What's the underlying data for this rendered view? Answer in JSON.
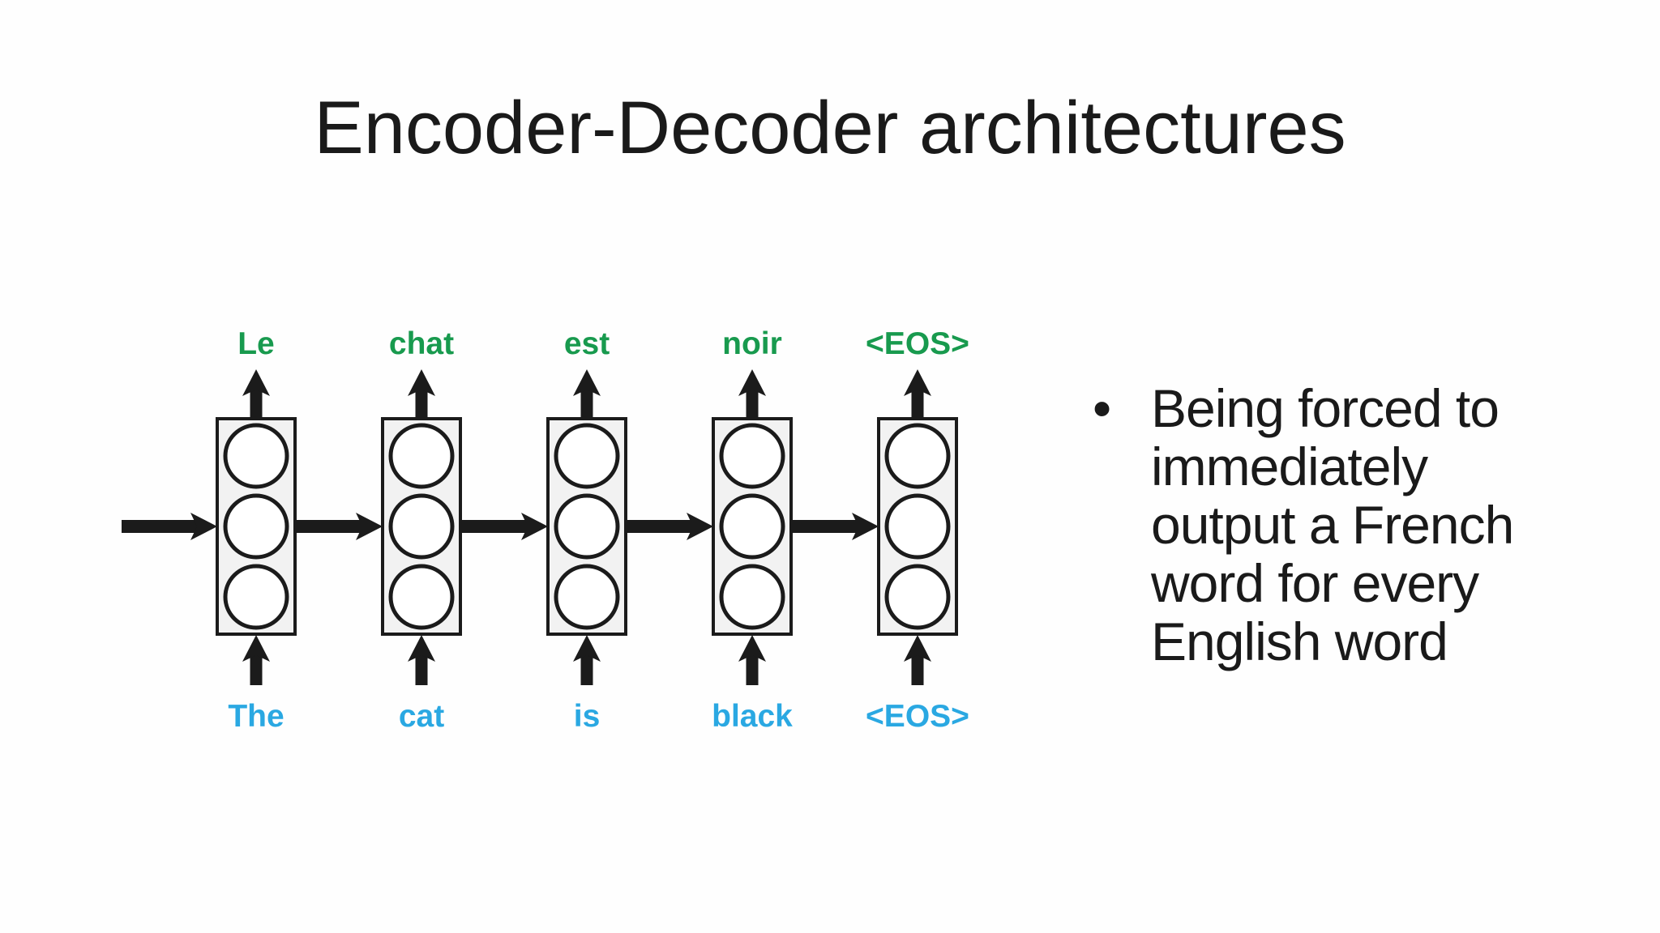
{
  "slide": {
    "title": "Encoder-Decoder architectures",
    "bullet": {
      "marker": "•",
      "lines": [
        "Being forced to",
        "immediately",
        "output a French",
        "word for every",
        "English word"
      ]
    }
  },
  "diagram": {
    "type": "encoder-decoder-rnn",
    "cell_count": 5,
    "circles_per_cell": 3,
    "output_words": [
      "Le",
      "chat",
      "est",
      "noir",
      "<EOS>"
    ],
    "input_words": [
      "The",
      "cat",
      "is",
      "black",
      "<EOS>"
    ],
    "colors": {
      "output_text": "#189a4e",
      "input_text": "#2aa8e2",
      "stroke": "#1b1b1b",
      "cell_fill": "#f2f2f2",
      "circle_fill": "#ffffff",
      "background": "#fefefe",
      "title_text": "#1a1a1a"
    }
  }
}
